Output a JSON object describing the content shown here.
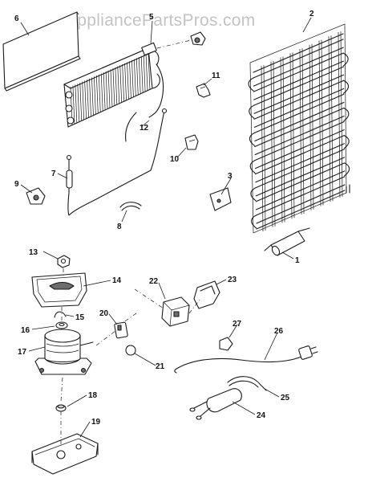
{
  "watermark": "AppliancePartsPros.com",
  "callouts": {
    "c1": "1",
    "c2": "2",
    "c3": "3",
    "c5": "5",
    "c6": "6",
    "c7": "7",
    "c8": "8",
    "c9": "9",
    "c10": "10",
    "c11": "11",
    "c12": "12",
    "c13": "13",
    "c14": "14",
    "c15": "15",
    "c16": "16",
    "c17": "17",
    "c18": "18",
    "c19": "19",
    "c20": "20",
    "c21": "21",
    "c22": "22",
    "c23": "23",
    "c24": "24",
    "c25": "25",
    "c26": "26",
    "c27": "27"
  },
  "colors": {
    "ink": "#1a1a1a",
    "watermark": "#b9b9b9",
    "background": "#ffffff"
  }
}
